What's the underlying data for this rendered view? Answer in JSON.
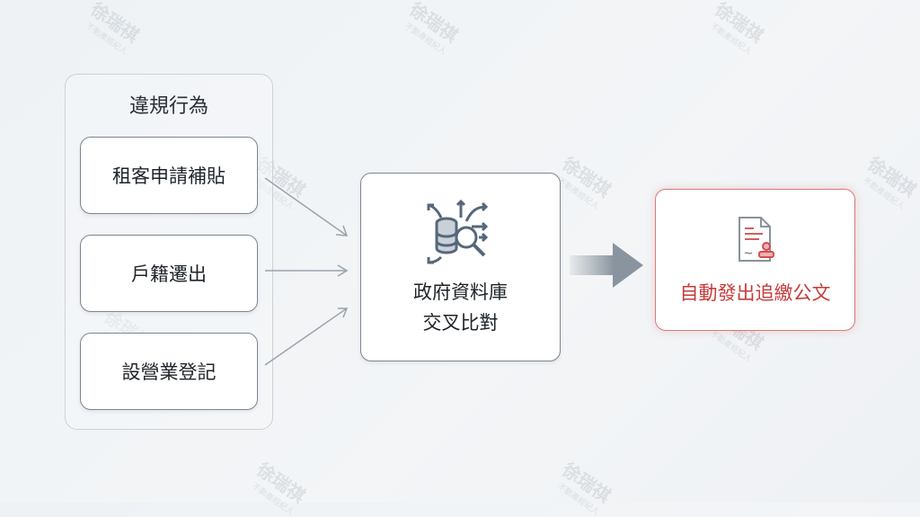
{
  "watermark": {
    "name": "徐瑞祺",
    "subtitle": "不動產經紀人"
  },
  "group": {
    "title": "違規行為",
    "items": [
      {
        "label": "租客申請補貼"
      },
      {
        "label": "戶籍遷出"
      },
      {
        "label": "設營業登記"
      }
    ]
  },
  "process": {
    "line1": "政府資料庫",
    "line2": "交叉比對",
    "icon": "database-search-icon"
  },
  "result": {
    "label": "自動發出追繳公文",
    "icon": "document-stamp-icon"
  },
  "colors": {
    "accent": "#c73a3a",
    "border": "#7c8693",
    "arrow": "#8a949e"
  }
}
